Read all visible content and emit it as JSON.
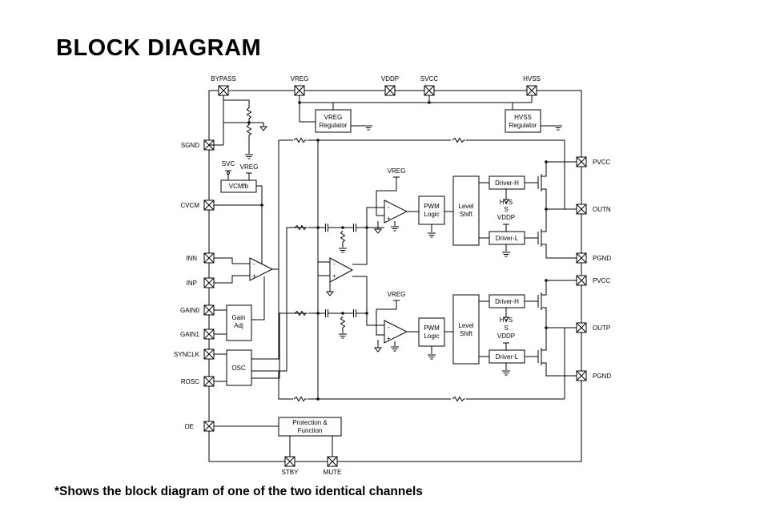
{
  "title": "BLOCK DIAGRAM",
  "footnote": "*Shows the block diagram of one of the two identical channels",
  "pins": {
    "bypass": "BYPASS",
    "vreg": "VREG",
    "vddp": "VDDP",
    "svcc": "SVCC",
    "hvss": "HVSS",
    "sgnd": "SGND",
    "cvcm": "CVCM",
    "inn": "INN",
    "inp": "INP",
    "gain0": "GAIN0",
    "gain1": "GAIN1",
    "synclk": "SYNCLK",
    "rosc": "ROSC",
    "oe": "OE",
    "stby": "STBY",
    "mute": "MUTE",
    "pvcc_top": "PVCC",
    "outn": "OUTN",
    "pgnd_top": "PGND",
    "pvcc_bot": "PVCC",
    "outp": "OUTP",
    "pgnd_bot": "PGND"
  },
  "blocks": {
    "vreg_reg_1": "VREG",
    "vreg_reg_2": "Regulator",
    "hvss_reg_1": "HVSS",
    "hvss_reg_2": "Regulator",
    "vcmfb": "VCMfb",
    "gain_1": "Gain",
    "gain_2": "Adj",
    "osc": "OSC",
    "prot_1": "Protection &",
    "prot_2": "Function",
    "pwm1_1": "PWM",
    "pwm1_2": "Logic",
    "lvl1_1": "Level",
    "lvl1_2": "Shift",
    "pwm2_1": "PWM",
    "pwm2_2": "Logic",
    "lvl2_1": "Level",
    "lvl2_2": "Shift",
    "drvh1": "Driver-H",
    "drvl1": "Driver-L",
    "drvh2": "Driver-H",
    "drvl2": "Driver-L"
  },
  "labels": {
    "svc": "SVC",
    "vreg_small": "VREG",
    "vreg_a": "VREG",
    "vreg_b": "VREG",
    "hvs1": "HVS",
    "s1": "S",
    "vddp1": "VDDP",
    "hvs2": "HVS",
    "s2": "S",
    "vddp2": "VDDP",
    "minus": "-",
    "plus": "+"
  }
}
